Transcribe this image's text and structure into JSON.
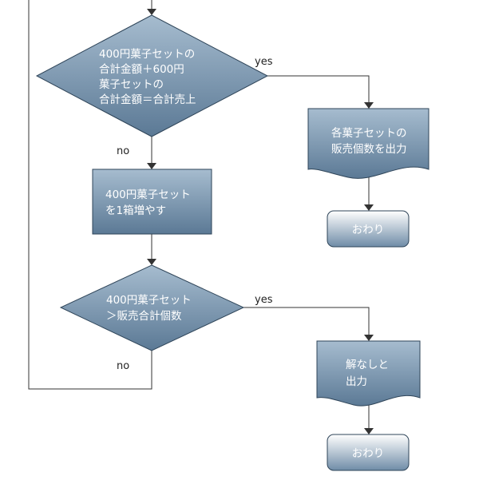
{
  "nodes": {
    "decision1": {
      "lines": [
        "400円菓子セットの",
        "合計金額＋600円",
        "菓子セットの",
        "合計金額＝合計売上"
      ]
    },
    "output1": {
      "lines": [
        "各菓子セットの",
        "販売個数を出力"
      ]
    },
    "end1": {
      "label": "おわり"
    },
    "process1": {
      "lines": [
        "400円菓子セット",
        "を1箱増やす"
      ]
    },
    "decision2": {
      "lines": [
        "400円菓子セット",
        "＞販売合計個数"
      ]
    },
    "output2": {
      "lines": [
        "解なしと",
        "出力"
      ]
    },
    "end2": {
      "label": "おわり"
    }
  },
  "edges": {
    "d1_yes": "yes",
    "d1_no": "no",
    "d2_yes": "yes",
    "d2_no": "no"
  },
  "colors": {
    "shape_top": "#a3b9cc",
    "shape_bottom": "#5e7c98",
    "stroke": "#2f4559",
    "line": "#333333"
  }
}
